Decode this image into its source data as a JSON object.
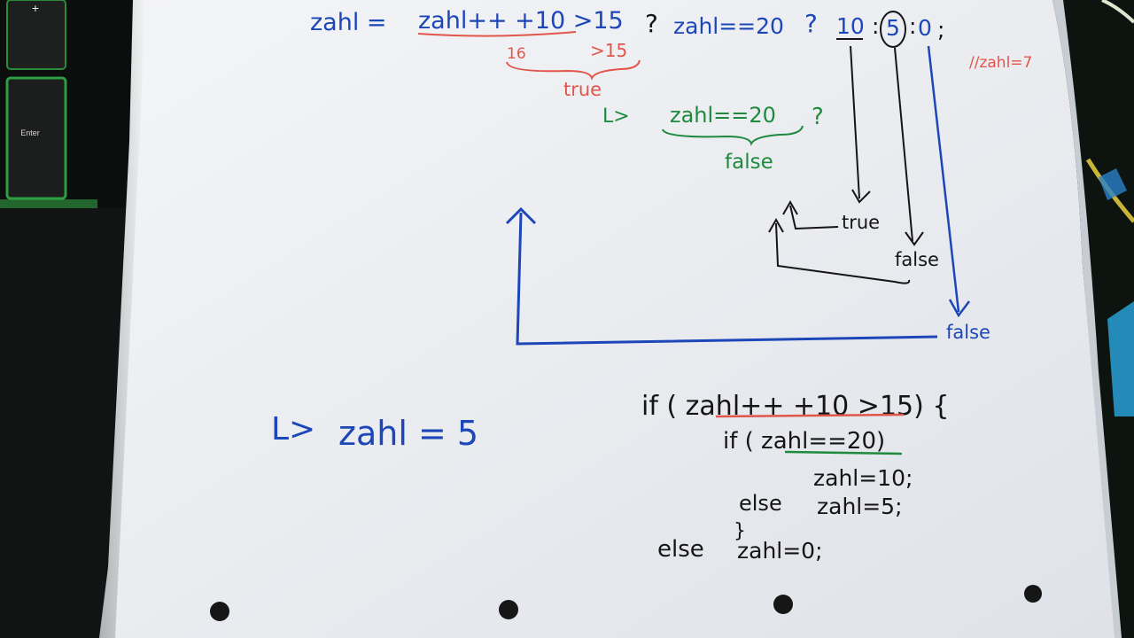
{
  "colors": {
    "paper": "#eceef2",
    "ink_blue": "#1d47b8",
    "ink_red": "#e2554a",
    "ink_green": "#1e8a3e",
    "ink_black": "#151515"
  },
  "keyboard": {
    "key_plus": "+",
    "key_enter": "Enter"
  },
  "top_expression": {
    "lhs": "zahl =",
    "condition": "zahl++  +10  >15",
    "q1": "?",
    "inner_condition": "zahl==20",
    "q2": "?",
    "opt_ten": "10",
    "colon1": ":",
    "opt_five": "5",
    "colon2": ":",
    "opt_zero": "0",
    "semicolon": ";"
  },
  "red_notes": {
    "sixteen": "16",
    "gt15": ">15",
    "true_label": "true",
    "zahl7": "//zahl=7"
  },
  "green_notes": {
    "arrow": "L>",
    "condition": "zahl==20",
    "q": "?",
    "false_label": "false"
  },
  "branch_labels": {
    "true_label": "true",
    "false_label_1": "false",
    "false_label_2": "false"
  },
  "result": {
    "arrow": "L>",
    "text": "zahl = 5"
  },
  "code": {
    "line1": "if ( zahl++ +10 >15) {",
    "line2": "if ( zahl==20)",
    "line3": "zahl=10;",
    "line4_else": "else",
    "line4_assign": "zahl=5;",
    "line5_brace": "}",
    "line5_else": "else",
    "line5_assign": "zahl=0;"
  }
}
